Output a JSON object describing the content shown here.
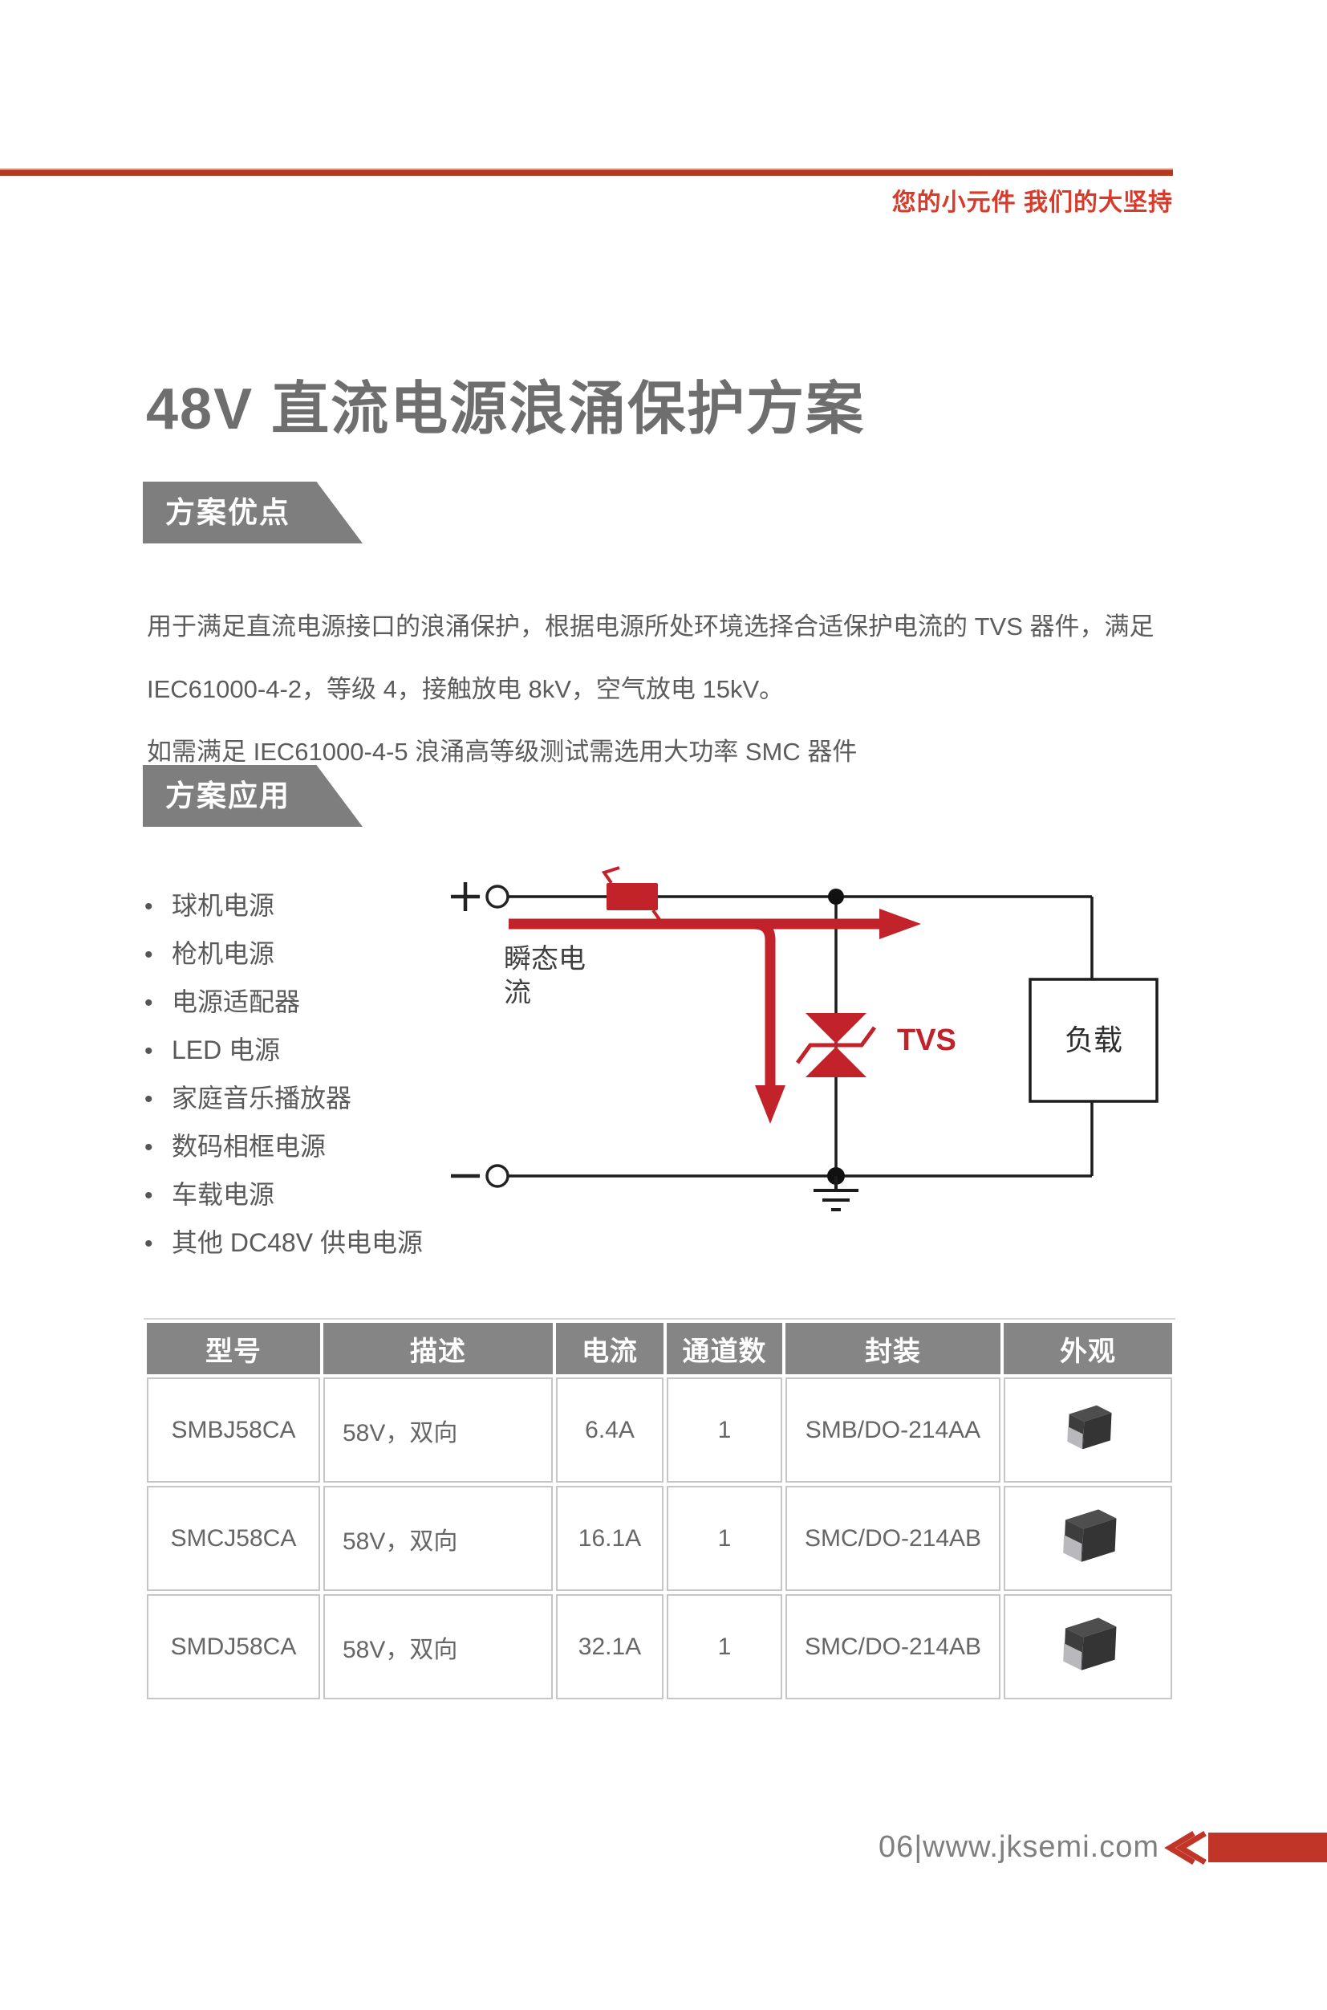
{
  "header": {
    "tagline": "您的小元件 我们的大坚持"
  },
  "title": "48V 直流电源浪涌保护方案",
  "advantages": {
    "label": "方案优点",
    "lines": [
      "用于满足直流电源接口的浪涌保护，根据电源所处环境选择合适保护电流的 TVS 器件，满足",
      "IEC61000-4-2，等级 4，接触放电 8kV，空气放电 15kV。",
      "如需满足 IEC61000-4-5 浪涌高等级测试需选用大功率 SMC 器件"
    ]
  },
  "applications": {
    "label": "方案应用",
    "items": [
      "球机电源",
      "枪机电源",
      "电源适配器",
      "LED 电源",
      "家庭音乐播放器",
      "数码相框电源",
      "车载电源",
      "其他 DC48V 供电电源"
    ]
  },
  "diagram": {
    "plus_symbol": "+",
    "minus_symbol": "−",
    "transient_line1": "瞬态电",
    "transient_line2": "流",
    "tvs_label": "TVS",
    "load_label": "负载"
  },
  "table": {
    "headers": [
      "型号",
      "描述",
      "电流",
      "通道数",
      "封装",
      "外观"
    ],
    "rows": [
      {
        "model": "SMBJ58CA",
        "desc": "58V，双向",
        "current": "6.4A",
        "channels": "1",
        "package": "SMB/DO-214AA",
        "appearance": "chip-photo"
      },
      {
        "model": "SMCJ58CA",
        "desc": "58V，双向",
        "current": "16.1A",
        "channels": "1",
        "package": "SMC/DO-214AB",
        "appearance": "chip-photo"
      },
      {
        "model": "SMDJ58CA",
        "desc": "58V，双向",
        "current": "32.1A",
        "channels": "1",
        "package": "SMC/DO-214AB",
        "appearance": "chip-photo"
      }
    ]
  },
  "footer": {
    "page_info": "06|www.jksemi.com"
  },
  "colors": {
    "accent_red": "#d93a2a",
    "accent_red_dark": "#c03527",
    "rule_red": "#b23920",
    "circuit_red": "#c2232a",
    "banner_gray": "#7e7e7e",
    "header_gray": "#858585"
  }
}
